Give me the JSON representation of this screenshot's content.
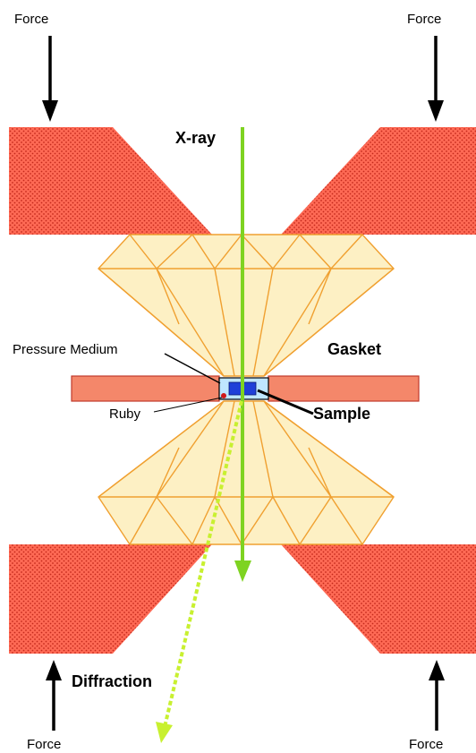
{
  "labels": {
    "force_top_left": "Force",
    "force_top_right": "Force",
    "force_bottom_left": "Force",
    "force_bottom_right": "Force",
    "xray": "X-ray",
    "pressure_medium": "Pressure Medium",
    "gasket": "Gasket",
    "ruby": "Ruby",
    "sample": "Sample",
    "diffraction": "Diffraction"
  },
  "colors": {
    "anvil_fill": "#ff6a55",
    "anvil_dot": "#c42a1c",
    "diamond_fill": "#fdf0c4",
    "diamond_stroke": "#f0a030",
    "gasket_fill": "#f4876a",
    "gasket_stroke": "#c0392b",
    "medium_fill": "#bfe6ff",
    "sample_fill": "#1f3fd8",
    "xray_beam": "#7ed321",
    "diffracted_beam": "#c8f030",
    "arrow": "#000000"
  }
}
